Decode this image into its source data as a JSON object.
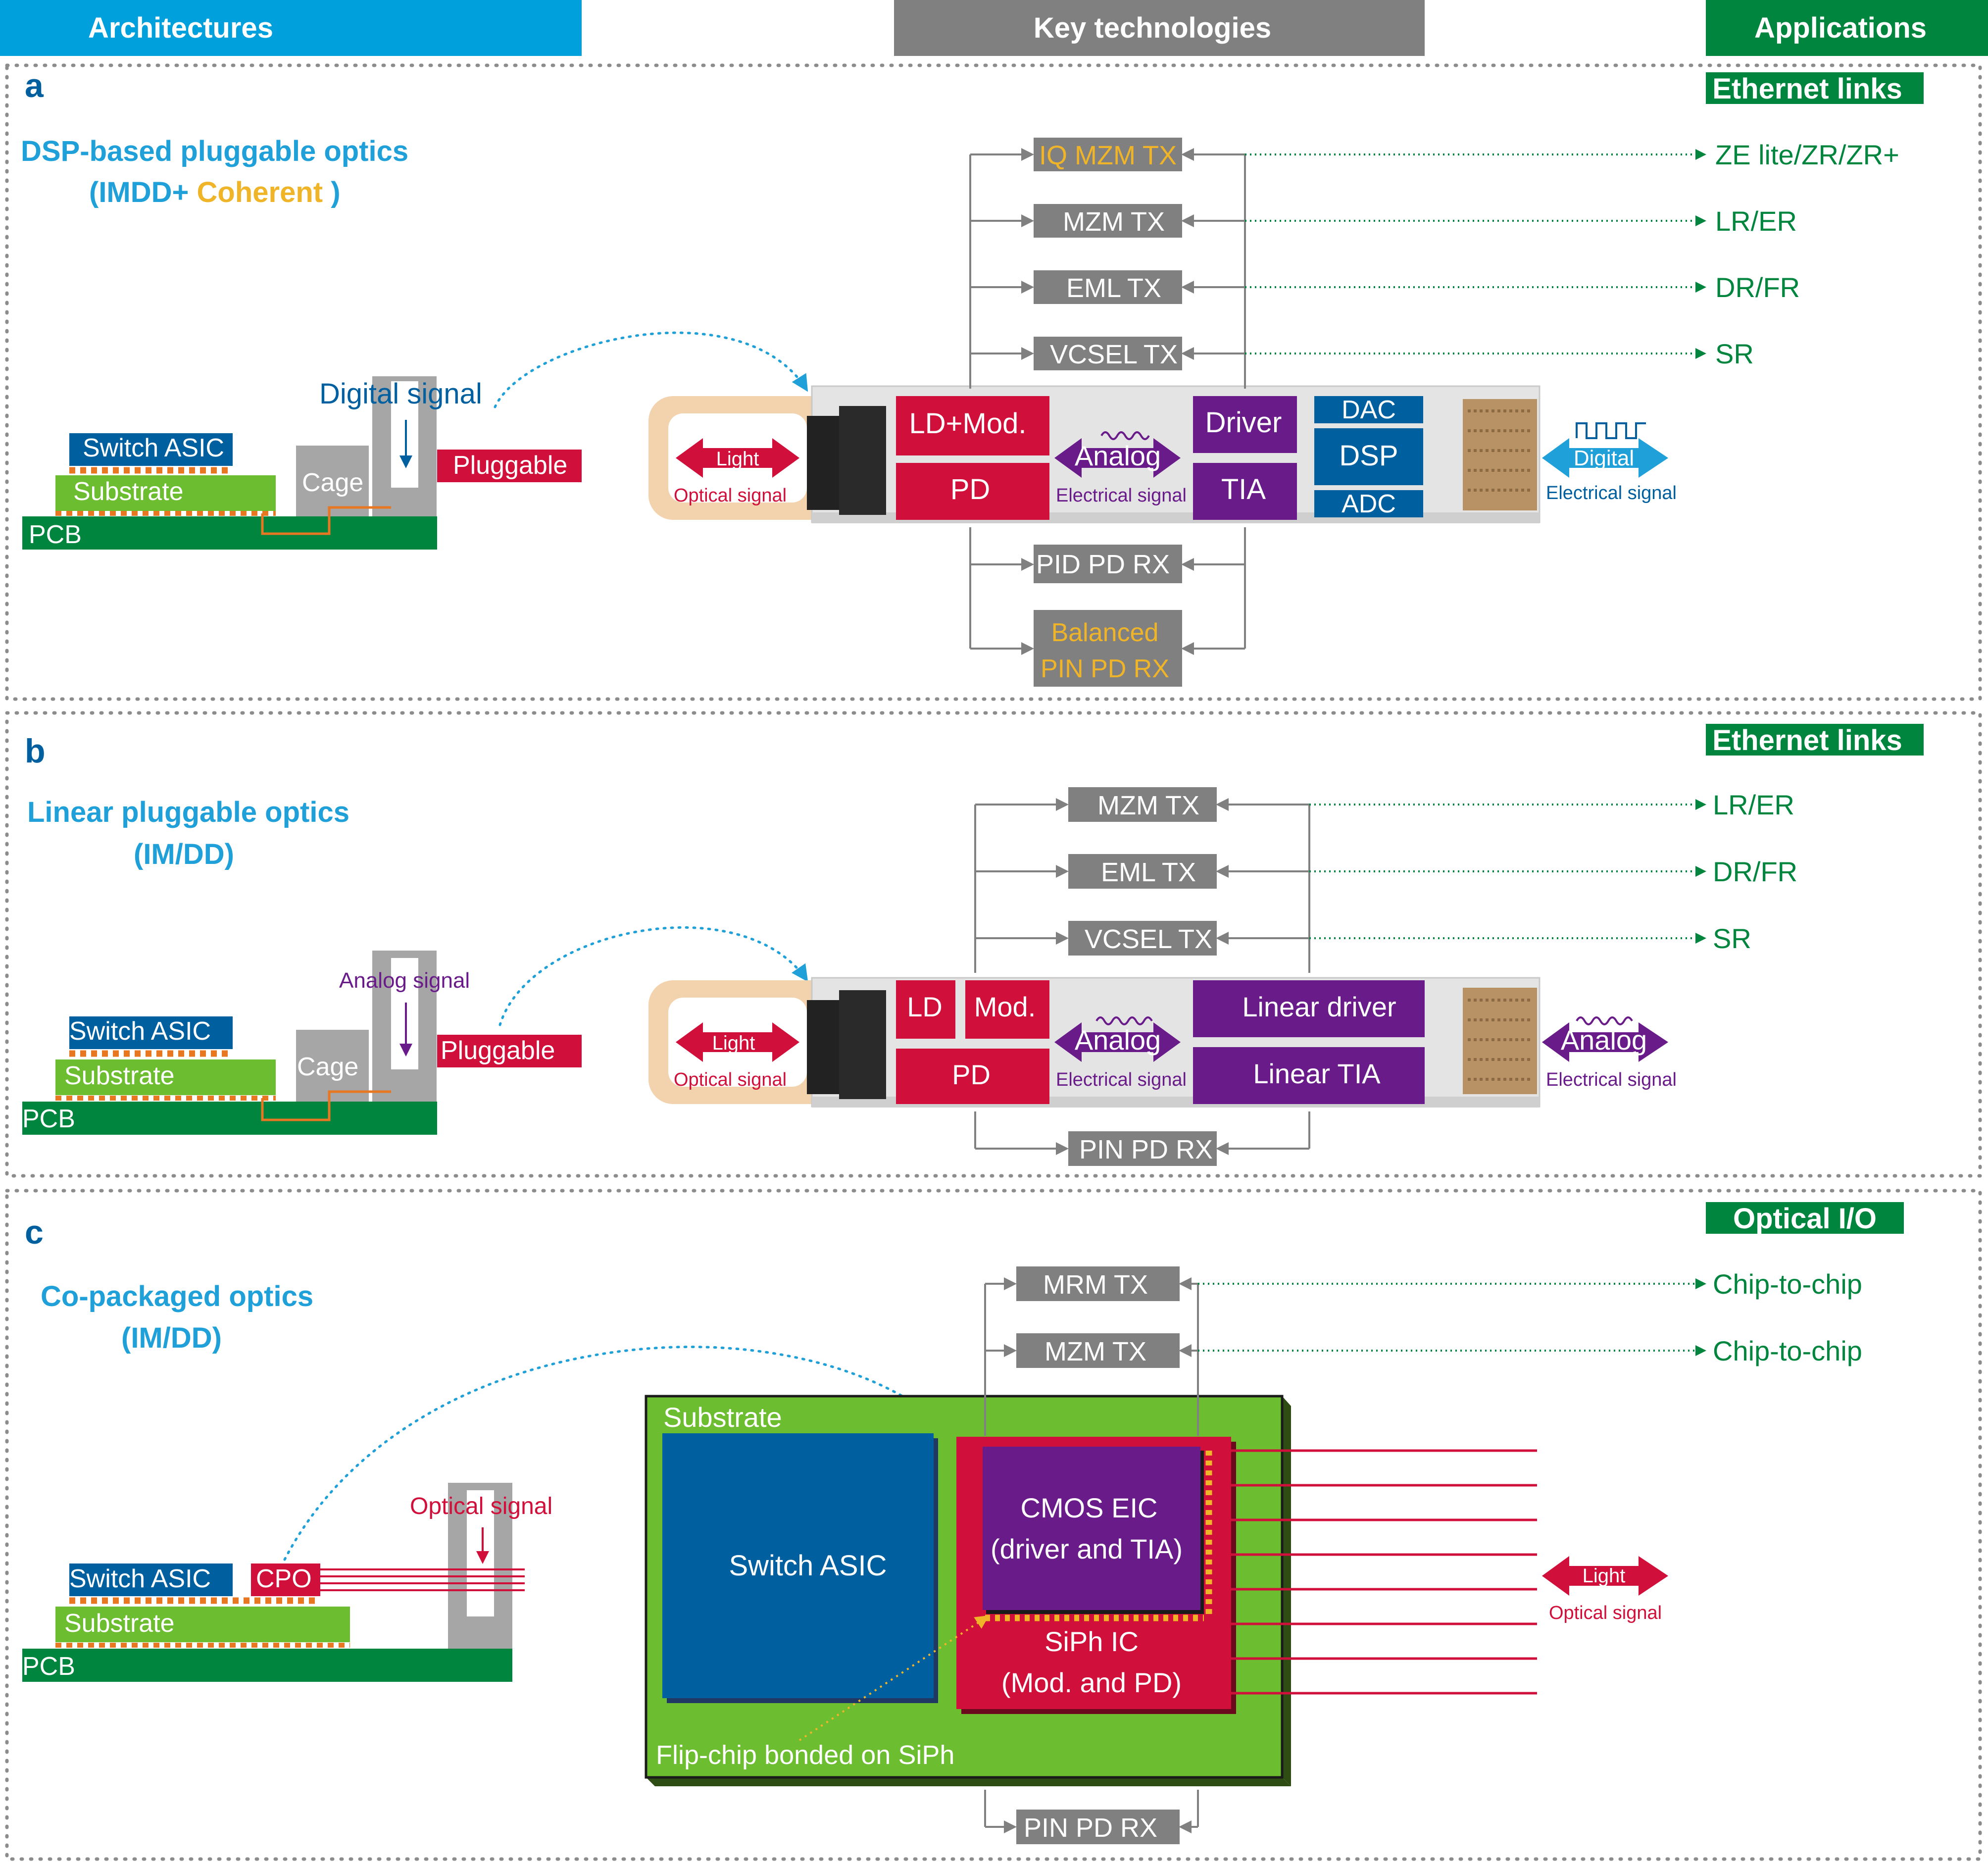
{
  "headers": {
    "architectures": "Architectures",
    "key_technologies": "Key technologies",
    "applications": "Applications"
  },
  "colors": {
    "blue_header": "#00a0dc",
    "gray": "#808080",
    "green_dark": "#00853e",
    "green_light": "#6cbd2f",
    "red": "#d0103a",
    "purple": "#6a1b8a",
    "blue_dark": "#00609f",
    "blue_title": "#1fa0d8",
    "gold": "#f0b429",
    "tan": "#f3d2ae",
    "orange": "#e87722"
  },
  "panel_a": {
    "letter": "a",
    "title_line1": "DSP-based pluggable optics",
    "title_open": "(IMDD+ ",
    "title_coherent": "Coherent",
    "title_close": " )",
    "app_badge": "Ethernet links",
    "arch": {
      "switch_asic": "Switch ASIC",
      "substrate": "Substrate",
      "pcb": "PCB",
      "cage": "Cage",
      "pluggable": "Pluggable",
      "signal": "Digital signal"
    },
    "module": {
      "light": "Light",
      "optical_signal": "Optical signal",
      "ld_mod": "LD+Mod.",
      "pd": "PD",
      "analog": "Analog",
      "electrical_signal": "Electrical signal",
      "driver": "Driver",
      "tia": "TIA",
      "dac": "DAC",
      "dsp": "DSP",
      "adc": "ADC",
      "digital": "Digital",
      "digital_electrical": "Electrical signal"
    },
    "tx": [
      "IQ MZM TX",
      "MZM TX",
      "EML TX",
      "VCSEL TX"
    ],
    "rx": [
      "PID PD RX"
    ],
    "rx_balanced": [
      "Balanced",
      "PIN PD RX"
    ],
    "apps": [
      "ZE lite/ZR/ZR+",
      "LR/ER",
      "DR/FR",
      "SR"
    ]
  },
  "panel_b": {
    "letter": "b",
    "title_line1": "Linear pluggable optics",
    "title_line2": "(IM/DD)",
    "app_badge": "Ethernet links",
    "arch": {
      "switch_asic": "Switch ASIC",
      "substrate": "Substrate",
      "pcb": "PCB",
      "cage": "Cage",
      "pluggable": "Pluggable",
      "signal": "Analog signal"
    },
    "module": {
      "light": "Light",
      "optical_signal": "Optical signal",
      "ld": "LD",
      "mod": "Mod.",
      "pd": "PD",
      "analog": "Analog",
      "electrical_signal": "Electrical signal",
      "linear_driver": "Linear driver",
      "linear_tia": "Linear TIA",
      "analog_right": "Analog",
      "electrical_right": "Electrical signal"
    },
    "tx": [
      "MZM TX",
      "EML TX",
      "VCSEL TX"
    ],
    "rx": [
      "PIN PD RX"
    ],
    "apps": [
      "LR/ER",
      "DR/FR",
      "SR"
    ]
  },
  "panel_c": {
    "letter": "c",
    "title_line1": "Co-packaged optics",
    "title_line2": "(IM/DD)",
    "app_badge": "Optical I/O",
    "arch": {
      "switch_asic": "Switch ASIC",
      "cpo": "CPO",
      "substrate": "Substrate",
      "pcb": "PCB",
      "signal": "Optical signal"
    },
    "package": {
      "substrate": "Substrate",
      "switch_asic": "Switch ASIC",
      "cmos_line1": "CMOS EIC",
      "cmos_line2": "(driver and TIA)",
      "siph_line1": "SiPh IC",
      "siph_line2": "(Mod. and PD)",
      "flip_chip": "Flip-chip bonded on SiPh",
      "light": "Light",
      "optical_signal": "Optical signal"
    },
    "tx": [
      "MRM TX",
      "MZM TX"
    ],
    "rx": [
      "PIN PD RX"
    ],
    "apps": [
      "Chip-to-chip",
      "Chip-to-chip"
    ]
  }
}
